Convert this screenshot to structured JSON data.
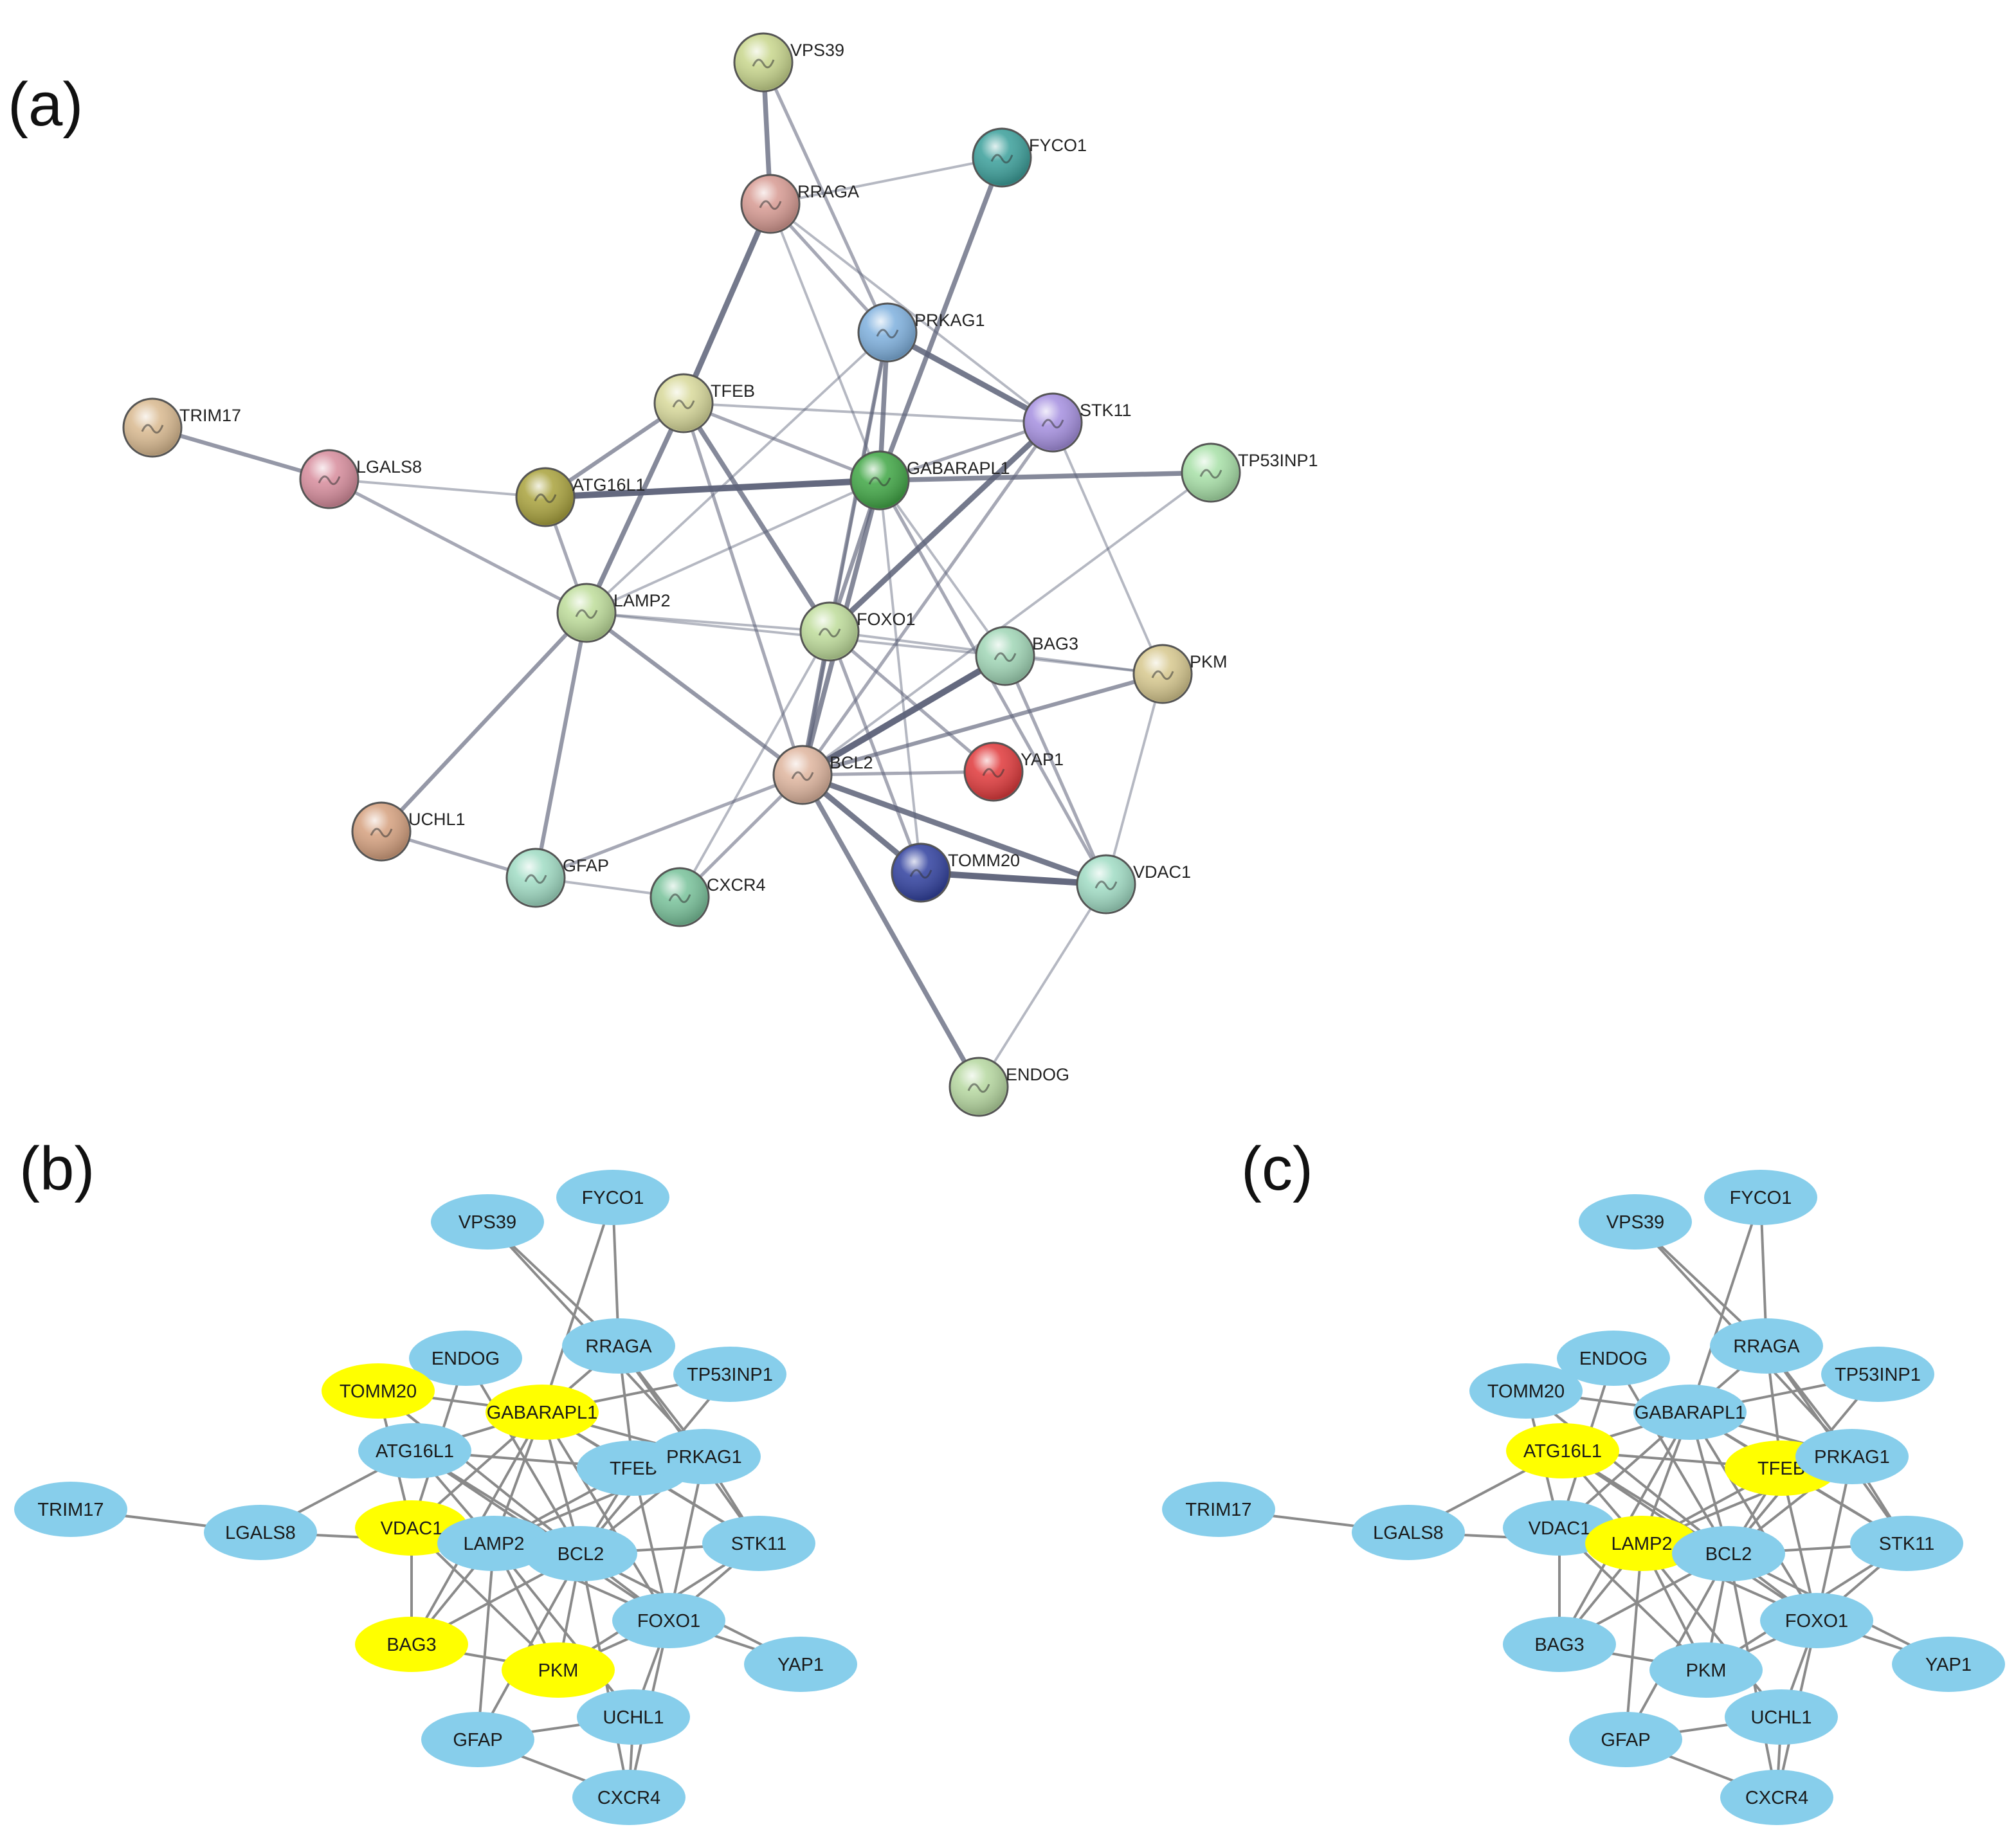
{
  "panels": {
    "a": {
      "label": "(a)"
    },
    "b": {
      "label": "(b)"
    },
    "c": {
      "label": "(c)"
    }
  },
  "colors": {
    "default_node": "#87CEEB",
    "highlight_node": "#FFFF00",
    "edge_bc": "#8a8a8a",
    "edge_a": "#5c6178"
  },
  "network_a": {
    "nodes": [
      {
        "id": "VPS39",
        "label": "VPS39",
        "color": "#c8d68c"
      },
      {
        "id": "FYCO1",
        "label": "FYCO1",
        "color": "#3a9f9a"
      },
      {
        "id": "RRAGA",
        "label": "RRAGA",
        "color": "#d79a92"
      },
      {
        "id": "PRKAG1",
        "label": "PRKAG1",
        "color": "#7eb0de"
      },
      {
        "id": "TFEB",
        "label": "TFEB",
        "color": "#d8d99a"
      },
      {
        "id": "STK11",
        "label": "STK11",
        "color": "#a58fe0"
      },
      {
        "id": "TRIM17",
        "label": "TRIM17",
        "color": "#d9b98f"
      },
      {
        "id": "LGALS8",
        "label": "LGALS8",
        "color": "#d78c9c"
      },
      {
        "id": "ATG16L1",
        "label": "ATG16L1",
        "color": "#a9a23c"
      },
      {
        "id": "GABARAPL1",
        "label": "GABARAPL1",
        "color": "#3fa644"
      },
      {
        "id": "TP53INP1",
        "label": "TP53INP1",
        "color": "#a7e0a7"
      },
      {
        "id": "LAMP2",
        "label": "LAMP2",
        "color": "#bedd9a"
      },
      {
        "id": "FOXO1",
        "label": "FOXO1",
        "color": "#bedc9a"
      },
      {
        "id": "BAG3",
        "label": "BAG3",
        "color": "#a0d6b6"
      },
      {
        "id": "PKM",
        "label": "PKM",
        "color": "#d7c88e"
      },
      {
        "id": "BCL2",
        "label": "BCL2",
        "color": "#dfb59e"
      },
      {
        "id": "YAP1",
        "label": "YAP1",
        "color": "#e0383a"
      },
      {
        "id": "UCHL1",
        "label": "UCHL1",
        "color": "#d5a07e"
      },
      {
        "id": "GFAP",
        "label": "GFAP",
        "color": "#a0dcc4"
      },
      {
        "id": "CXCR4",
        "label": "CXCR4",
        "color": "#78c29a"
      },
      {
        "id": "TOMM20",
        "label": "TOMM20",
        "color": "#2f3f9e"
      },
      {
        "id": "VDAC1",
        "label": "VDAC1",
        "color": "#a0dcc4"
      },
      {
        "id": "ENDOG",
        "label": "ENDOG",
        "color": "#b6d8a0"
      }
    ],
    "edges": [
      {
        "s": "VPS39",
        "t": "RRAGA",
        "w": 5
      },
      {
        "s": "VPS39",
        "t": "PRKAG1",
        "w": 3
      },
      {
        "s": "RRAGA",
        "t": "FYCO1",
        "w": 2
      },
      {
        "s": "RRAGA",
        "t": "TFEB",
        "w": 6
      },
      {
        "s": "RRAGA",
        "t": "PRKAG1",
        "w": 3
      },
      {
        "s": "RRAGA",
        "t": "STK11",
        "w": 2
      },
      {
        "s": "RRAGA",
        "t": "GABARAPL1",
        "w": 2
      },
      {
        "s": "FYCO1",
        "t": "GABARAPL1",
        "w": 5
      },
      {
        "s": "PRKAG1",
        "t": "STK11",
        "w": 6
      },
      {
        "s": "PRKAG1",
        "t": "GABARAPL1",
        "w": 5
      },
      {
        "s": "PRKAG1",
        "t": "FOXO1",
        "w": 4
      },
      {
        "s": "PRKAG1",
        "t": "LAMP2",
        "w": 2
      },
      {
        "s": "PRKAG1",
        "t": "BCL2",
        "w": 2
      },
      {
        "s": "TFEB",
        "t": "STK11",
        "w": 2
      },
      {
        "s": "TFEB",
        "t": "GABARAPL1",
        "w": 3
      },
      {
        "s": "TFEB",
        "t": "LAMP2",
        "w": 5
      },
      {
        "s": "TFEB",
        "t": "ATG16L1",
        "w": 4
      },
      {
        "s": "TFEB",
        "t": "FOXO1",
        "w": 5
      },
      {
        "s": "TFEB",
        "t": "BCL2",
        "w": 3
      },
      {
        "s": "STK11",
        "t": "GABARAPL1",
        "w": 3
      },
      {
        "s": "STK11",
        "t": "FOXO1",
        "w": 6
      },
      {
        "s": "STK11",
        "t": "PKM",
        "w": 2
      },
      {
        "s": "STK11",
        "t": "BCL2",
        "w": 3
      },
      {
        "s": "TRIM17",
        "t": "LGALS8",
        "w": 4
      },
      {
        "s": "LGALS8",
        "t": "ATG16L1",
        "w": 2
      },
      {
        "s": "LGALS8",
        "t": "LAMP2",
        "w": 3
      },
      {
        "s": "ATG16L1",
        "t": "GABARAPL1",
        "w": 7
      },
      {
        "s": "ATG16L1",
        "t": "LAMP2",
        "w": 3
      },
      {
        "s": "GABARAPL1",
        "t": "TP53INP1",
        "w": 5
      },
      {
        "s": "GABARAPL1",
        "t": "FOXO1",
        "w": 4
      },
      {
        "s": "GABARAPL1",
        "t": "BCL2",
        "w": 5
      },
      {
        "s": "GABARAPL1",
        "t": "BAG3",
        "w": 2
      },
      {
        "s": "GABARAPL1",
        "t": "VDAC1",
        "w": 3
      },
      {
        "s": "GABARAPL1",
        "t": "TOMM20",
        "w": 2
      },
      {
        "s": "GABARAPL1",
        "t": "LAMP2",
        "w": 2
      },
      {
        "s": "TP53INP1",
        "t": "BCL2",
        "w": 2
      },
      {
        "s": "LAMP2",
        "t": "FOXO1",
        "w": 2
      },
      {
        "s": "LAMP2",
        "t": "BCL2",
        "w": 4
      },
      {
        "s": "LAMP2",
        "t": "UCHL1",
        "w": 4
      },
      {
        "s": "LAMP2",
        "t": "GFAP",
        "w": 4
      },
      {
        "s": "LAMP2",
        "t": "BAG3",
        "w": 2
      },
      {
        "s": "FOXO1",
        "t": "BCL2",
        "w": 5
      },
      {
        "s": "FOXO1",
        "t": "YAP1",
        "w": 3
      },
      {
        "s": "FOXO1",
        "t": "PKM",
        "w": 2
      },
      {
        "s": "FOXO1",
        "t": "CXCR4",
        "w": 2
      },
      {
        "s": "BAG3",
        "t": "BCL2",
        "w": 7
      },
      {
        "s": "BAG3",
        "t": "VDAC1",
        "w": 3
      },
      {
        "s": "BAG3",
        "t": "PKM",
        "w": 2
      },
      {
        "s": "PKM",
        "t": "BCL2",
        "w": 4
      },
      {
        "s": "PKM",
        "t": "VDAC1",
        "w": 2
      },
      {
        "s": "BCL2",
        "t": "YAP1",
        "w": 3
      },
      {
        "s": "BCL2",
        "t": "TOMM20",
        "w": 6
      },
      {
        "s": "BCL2",
        "t": "VDAC1",
        "w": 6
      },
      {
        "s": "BCL2",
        "t": "ENDOG",
        "w": 5
      },
      {
        "s": "BCL2",
        "t": "CXCR4",
        "w": 3
      },
      {
        "s": "BCL2",
        "t": "GFAP",
        "w": 3
      },
      {
        "s": "UCHL1",
        "t": "GFAP",
        "w": 3
      },
      {
        "s": "GFAP",
        "t": "CXCR4",
        "w": 2
      },
      {
        "s": "TOMM20",
        "t": "VDAC1",
        "w": 7
      },
      {
        "s": "VDAC1",
        "t": "ENDOG",
        "w": 2
      },
      {
        "s": "TOMM20",
        "t": "FOXO1",
        "w": 3
      }
    ]
  },
  "network_bc": {
    "nodes": [
      {
        "id": "FYCO1",
        "label": "FYCO1"
      },
      {
        "id": "VPS39",
        "label": "VPS39"
      },
      {
        "id": "RRAGA",
        "label": "RRAGA"
      },
      {
        "id": "ENDOG",
        "label": "ENDOG"
      },
      {
        "id": "TP53INP1",
        "label": "TP53INP1"
      },
      {
        "id": "TOMM20",
        "label": "TOMM20"
      },
      {
        "id": "GABARAPL1",
        "label": "GABARAPL1"
      },
      {
        "id": "ATG16L1",
        "label": "ATG16L1"
      },
      {
        "id": "TFEB",
        "label": "TFEB"
      },
      {
        "id": "PRKAG1",
        "label": "PRKAG1"
      },
      {
        "id": "TRIM17",
        "label": "TRIM17"
      },
      {
        "id": "LGALS8",
        "label": "LGALS8"
      },
      {
        "id": "VDAC1",
        "label": "VDAC1"
      },
      {
        "id": "LAMP2",
        "label": "LAMP2"
      },
      {
        "id": "BCL2",
        "label": "BCL2"
      },
      {
        "id": "STK11",
        "label": "STK11"
      },
      {
        "id": "FOXO1",
        "label": "FOXO1"
      },
      {
        "id": "BAG3",
        "label": "BAG3"
      },
      {
        "id": "PKM",
        "label": "PKM"
      },
      {
        "id": "YAP1",
        "label": "YAP1"
      },
      {
        "id": "UCHL1",
        "label": "UCHL1"
      },
      {
        "id": "GFAP",
        "label": "GFAP"
      },
      {
        "id": "CXCR4",
        "label": "CXCR4"
      }
    ],
    "edges": [
      [
        "VPS39",
        "RRAGA"
      ],
      [
        "VPS39",
        "PRKAG1"
      ],
      [
        "FYCO1",
        "RRAGA"
      ],
      [
        "FYCO1",
        "GABARAPL1"
      ],
      [
        "RRAGA",
        "TFEB"
      ],
      [
        "RRAGA",
        "PRKAG1"
      ],
      [
        "RRAGA",
        "STK11"
      ],
      [
        "RRAGA",
        "GABARAPL1"
      ],
      [
        "TP53INP1",
        "GABARAPL1"
      ],
      [
        "TP53INP1",
        "BCL2"
      ],
      [
        "ENDOG",
        "BCL2"
      ],
      [
        "ENDOG",
        "VDAC1"
      ],
      [
        "TOMM20",
        "BCL2"
      ],
      [
        "TOMM20",
        "VDAC1"
      ],
      [
        "TOMM20",
        "GABARAPL1"
      ],
      [
        "GABARAPL1",
        "ATG16L1"
      ],
      [
        "GABARAPL1",
        "TFEB"
      ],
      [
        "GABARAPL1",
        "LAMP2"
      ],
      [
        "GABARAPL1",
        "BCL2"
      ],
      [
        "GABARAPL1",
        "FOXO1"
      ],
      [
        "GABARAPL1",
        "VDAC1"
      ],
      [
        "GABARAPL1",
        "BAG3"
      ],
      [
        "GABARAPL1",
        "PRKAG1"
      ],
      [
        "GABARAPL1",
        "STK11"
      ],
      [
        "ATG16L1",
        "LGALS8"
      ],
      [
        "ATG16L1",
        "TFEB"
      ],
      [
        "ATG16L1",
        "LAMP2"
      ],
      [
        "ATG16L1",
        "BCL2"
      ],
      [
        "ATG16L1",
        "FOXO1"
      ],
      [
        "TFEB",
        "LAMP2"
      ],
      [
        "TFEB",
        "BCL2"
      ],
      [
        "TFEB",
        "FOXO1"
      ],
      [
        "TFEB",
        "STK11"
      ],
      [
        "PRKAG1",
        "STK11"
      ],
      [
        "PRKAG1",
        "FOXO1"
      ],
      [
        "PRKAG1",
        "BCL2"
      ],
      [
        "PRKAG1",
        "LAMP2"
      ],
      [
        "TRIM17",
        "LGALS8"
      ],
      [
        "LGALS8",
        "LAMP2"
      ],
      [
        "VDAC1",
        "BCL2"
      ],
      [
        "VDAC1",
        "BAG3"
      ],
      [
        "VDAC1",
        "PKM"
      ],
      [
        "LAMP2",
        "BCL2"
      ],
      [
        "LAMP2",
        "FOXO1"
      ],
      [
        "LAMP2",
        "BAG3"
      ],
      [
        "LAMP2",
        "GFAP"
      ],
      [
        "LAMP2",
        "UCHL1"
      ],
      [
        "LAMP2",
        "PKM"
      ],
      [
        "BCL2",
        "FOXO1"
      ],
      [
        "BCL2",
        "STK11"
      ],
      [
        "BCL2",
        "BAG3"
      ],
      [
        "BCL2",
        "PKM"
      ],
      [
        "BCL2",
        "YAP1"
      ],
      [
        "BCL2",
        "GFAP"
      ],
      [
        "BCL2",
        "CXCR4"
      ],
      [
        "FOXO1",
        "YAP1"
      ],
      [
        "FOXO1",
        "STK11"
      ],
      [
        "FOXO1",
        "PKM"
      ],
      [
        "FOXO1",
        "UCHL1"
      ],
      [
        "FOXO1",
        "CXCR4"
      ],
      [
        "BAG3",
        "PKM"
      ],
      [
        "UCHL1",
        "GFAP"
      ],
      [
        "UCHL1",
        "CXCR4"
      ],
      [
        "GFAP",
        "CXCR4"
      ],
      [
        "STK11",
        "PKM"
      ]
    ],
    "highlight_b": [
      "TOMM20",
      "GABARAPL1",
      "VDAC1",
      "BAG3",
      "PKM"
    ],
    "highlight_c": [
      "ATG16L1",
      "TFEB",
      "LAMP2"
    ]
  }
}
